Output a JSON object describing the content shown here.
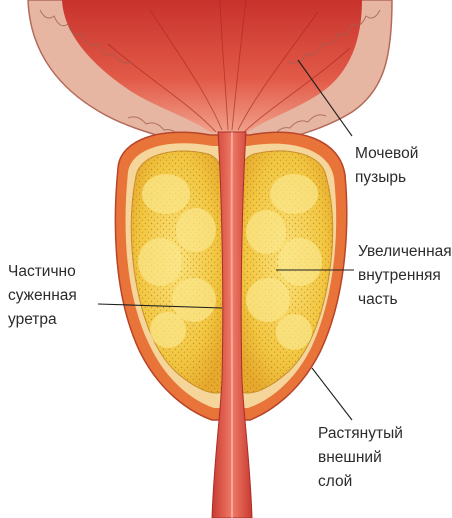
{
  "labels": {
    "bladder": [
      "Мочевой",
      "пузырь"
    ],
    "inner": [
      "Увеличенная",
      "внутренняя",
      "часть"
    ],
    "urethra": [
      "Частично",
      "суженная",
      "уретра"
    ],
    "outer": [
      "Растянутый",
      "внешний",
      "слой"
    ]
  },
  "colors": {
    "tissue_red": "#d9453a",
    "bladder_wall": "#e8b8a4",
    "lobe_yellow": "#f2c640",
    "capsule_orange": "#e8743a"
  }
}
